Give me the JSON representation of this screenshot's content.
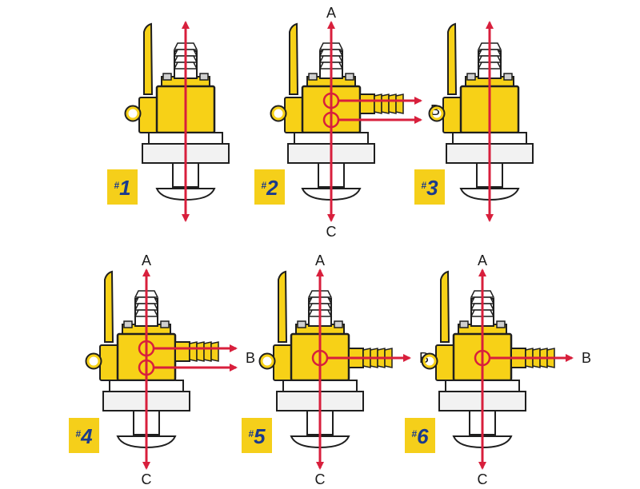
{
  "colors": {
    "body_yellow": "#f7d117",
    "outline": "#1f1f1f",
    "flow_arrow": "#d81f3c",
    "badge_bg": "#f5cf1a",
    "badge_text": "#1b3a8c",
    "base_gray": "#f2f2f2"
  },
  "valves": [
    {
      "badge_hash": "#",
      "badge_num": "1",
      "label_a": "",
      "label_b": "",
      "label_c": ""
    },
    {
      "badge_hash": "#",
      "badge_num": "2",
      "label_a": "A",
      "label_b": "B",
      "label_c": "C"
    },
    {
      "badge_hash": "#",
      "badge_num": "3",
      "label_a": "",
      "label_b": "",
      "label_c": ""
    },
    {
      "badge_hash": "#",
      "badge_num": "4",
      "label_a": "A",
      "label_b": "B",
      "label_c": "C"
    },
    {
      "badge_hash": "#",
      "badge_num": "5",
      "label_a": "A",
      "label_b": "B",
      "label_c": "C"
    },
    {
      "badge_hash": "#",
      "badge_num": "6",
      "label_a": "A",
      "label_b": "B",
      "label_c": "C"
    }
  ]
}
